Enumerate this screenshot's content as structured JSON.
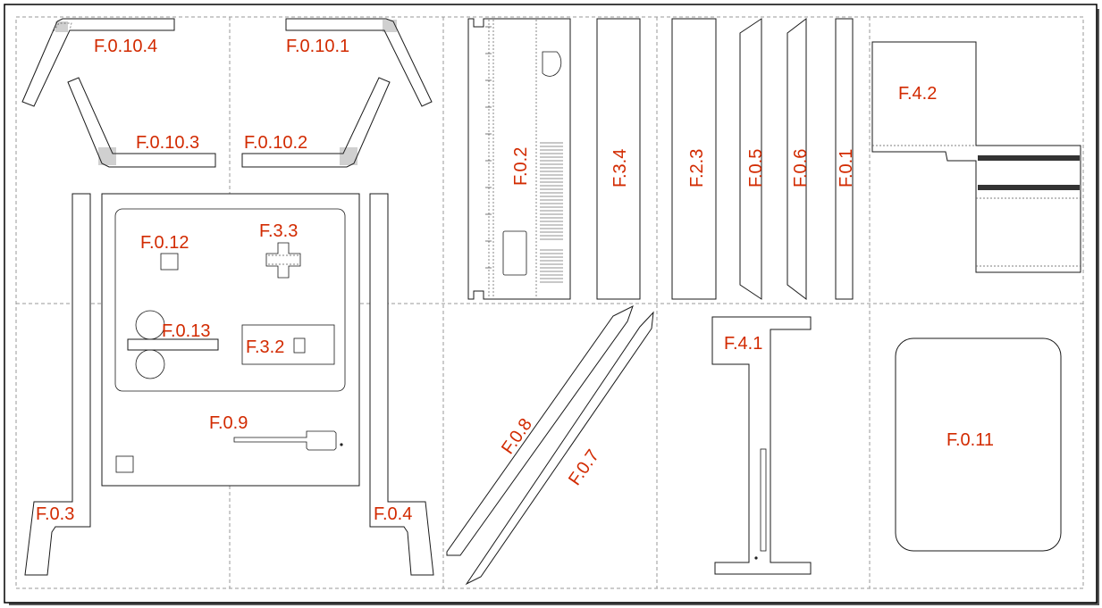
{
  "sheet": {
    "border_color": "#000000",
    "label_color": "#d22a00",
    "grid_color": "#9a9a9a"
  },
  "labels": {
    "f0_10_4": "F.0.10.4",
    "f0_10_1": "F.0.10.1",
    "f0_10_3": "F.0.10.3",
    "f0_10_2": "F.0.10.2",
    "f0_12": "F.0.12",
    "f3_3": "F.3.3",
    "f0_13": "F.0.13",
    "f3_2": "F.3.2",
    "f0_9": "F.0.9",
    "f0_3": "F.0.3",
    "f0_4": "F.0.4",
    "f0_2": "F.0.2",
    "f3_4": "F.3.4",
    "f2_3": "F.2.3",
    "f0_5": "F.0.5",
    "f0_6": "F.0.6",
    "f0_1": "F.0.1",
    "f4_2": "F.4.2",
    "f0_8": "F.0.8",
    "f0_7": "F.0.7",
    "f4_1": "F.4.1",
    "f0_11": "F.0.11"
  }
}
